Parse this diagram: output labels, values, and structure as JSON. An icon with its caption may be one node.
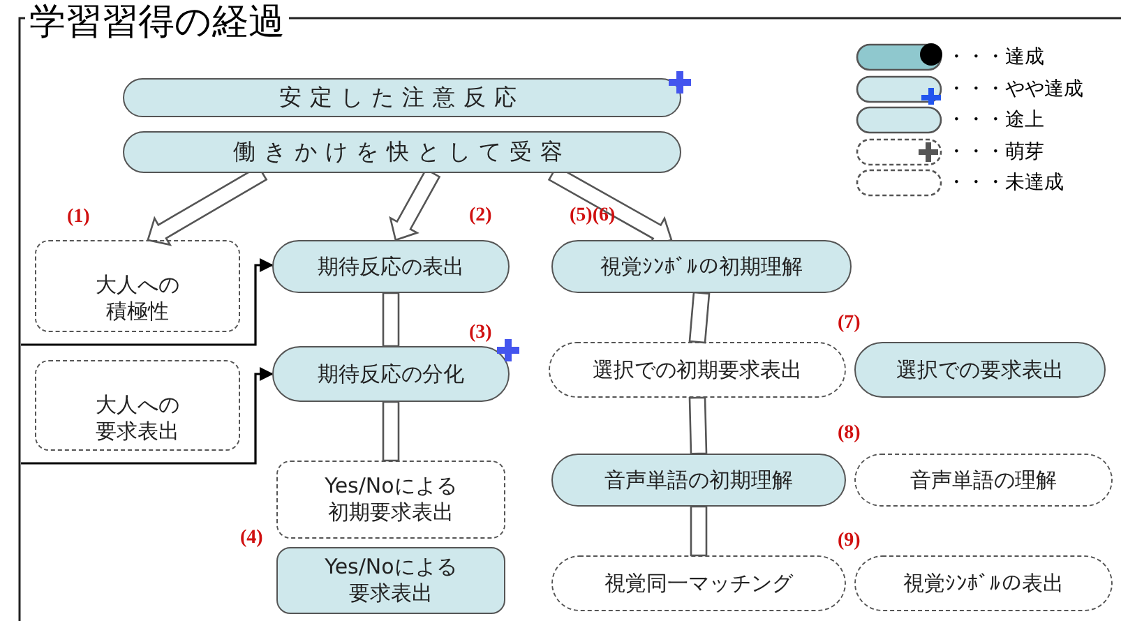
{
  "diagram": {
    "title": "学習習得の経過",
    "nodes": [
      {
        "text": [
          "安定した注意反応"
        ]
      },
      {
        "text": [
          "働きかけを快として受容"
        ]
      },
      {
        "text": [
          "大人への積極性"
        ],
        "beside": [
          "(1)"
        ]
      },
      {
        "text": [
          "大人への要求表出"
        ]
      },
      {
        "text": [
          "期待反応の表出"
        ],
        "beside": [
          "(2)"
        ]
      },
      {
        "text": [
          "期待反応の分化"
        ],
        "beside": [
          "(3)"
        ]
      },
      {
        "text": [
          "Yes/Noによる初期要求表出"
        ]
      },
      {
        "text": [
          "Yes/Noによる要求表出"
        ],
        "beside": [
          "(4)"
        ]
      },
      {
        "text": [
          "視覚ｼﾝﾎﾞﾙの初期理解"
        ],
        "beside": [
          "(5)(6)"
        ]
      },
      {
        "text": [
          "選択での初期要求表出"
        ]
      },
      {
        "text": [
          "選択での要求表出"
        ],
        "beside": [
          "(7)"
        ]
      },
      {
        "text": [
          "音声単語の初期理解"
        ]
      },
      {
        "text": [
          "音声単語の理解"
        ],
        "beside": [
          "(8)"
        ]
      },
      {
        "text": [
          "視覚同一マッチング"
        ]
      },
      {
        "text": [
          "視覚ｼﾝﾎﾞﾙの表出"
        ],
        "beside": [
          "(9)"
        ]
      }
    ],
    "edges": [
      {
        "from": 1,
        "to": 2,
        "arrow": "to"
      },
      {
        "from": 1,
        "to": 4,
        "arrow": "to"
      },
      {
        "from": 1,
        "to": 8,
        "arrow": "to"
      },
      {
        "from": 4,
        "to": 5,
        "arrow": "none"
      },
      {
        "from": 5,
        "to": 6,
        "arrow": "none"
      },
      {
        "from": 8,
        "to": 9,
        "arrow": "none"
      },
      {
        "from": 9,
        "to": 11,
        "arrow": "none"
      },
      {
        "from": 11,
        "to": 13,
        "arrow": "none"
      },
      {
        "from": null,
        "to": 4,
        "arrow": "to"
      },
      {
        "from": null,
        "to": 5,
        "arrow": "to"
      }
    ],
    "legend": [
      {
        "text": "・・・達成"
      },
      {
        "text": "・・・やや達成"
      },
      {
        "text": "・・・途上"
      },
      {
        "text": "・・・萌芽"
      },
      {
        "text": "・・・未達成"
      }
    ]
  }
}
